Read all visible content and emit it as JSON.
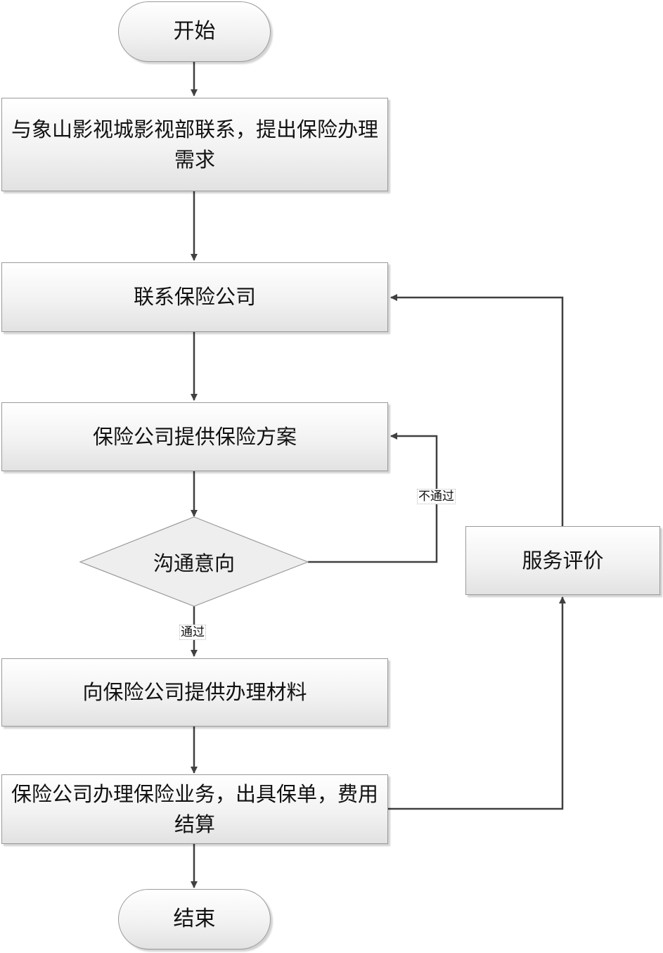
{
  "diagram": {
    "type": "flowchart",
    "nodes": {
      "start": {
        "label": "开始",
        "shape": "terminator"
      },
      "contact_dept": {
        "label": "与象山影视城影视部联系，提出保险办理需求",
        "shape": "process"
      },
      "contact_insurer": {
        "label": "联系保险公司",
        "shape": "process"
      },
      "insurer_plan": {
        "label": "保险公司提供保险方案",
        "shape": "process"
      },
      "negotiate": {
        "label": "沟通意向",
        "shape": "decision"
      },
      "provide_materials": {
        "label": "向保险公司提供办理材料",
        "shape": "process"
      },
      "issue_policy": {
        "label": "保险公司办理保险业务，出具保单，费用结算",
        "shape": "process"
      },
      "service_eval": {
        "label": "服务评价",
        "shape": "process"
      },
      "end": {
        "label": "结束",
        "shape": "terminator"
      }
    },
    "edges": [
      {
        "from": "start",
        "to": "contact_dept",
        "label": ""
      },
      {
        "from": "contact_dept",
        "to": "contact_insurer",
        "label": ""
      },
      {
        "from": "contact_insurer",
        "to": "insurer_plan",
        "label": ""
      },
      {
        "from": "insurer_plan",
        "to": "negotiate",
        "label": ""
      },
      {
        "from": "negotiate",
        "to": "provide_materials",
        "label": "通过"
      },
      {
        "from": "negotiate",
        "to": "insurer_plan",
        "label": "不通过"
      },
      {
        "from": "provide_materials",
        "to": "issue_policy",
        "label": ""
      },
      {
        "from": "issue_policy",
        "to": "end",
        "label": ""
      },
      {
        "from": "issue_policy",
        "to": "service_eval",
        "label": ""
      },
      {
        "from": "service_eval",
        "to": "contact_insurer",
        "label": ""
      }
    ],
    "colors": {
      "line": "#404040",
      "border": "#9a9a9a",
      "fill_top": "#ffffff",
      "fill_bottom": "#e2e2e2"
    }
  }
}
